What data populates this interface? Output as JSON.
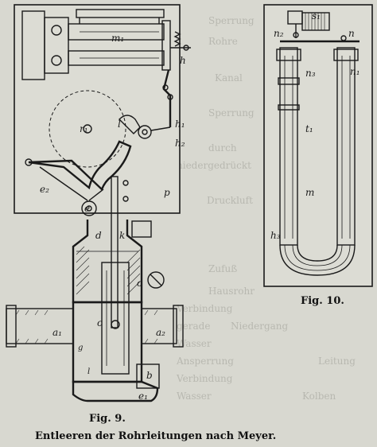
{
  "figures": {
    "fig9": {
      "caption": "Fig. 9.",
      "labels": {
        "m1": "m₁",
        "h": "h",
        "r1": "r₁",
        "l": "l",
        "h1": "h₁",
        "h2": "h₂",
        "e2": "e₂",
        "e": "e",
        "p": "p",
        "d": "d",
        "k": "k",
        "c": "c",
        "o": "o",
        "a1": "a₁",
        "a2": "a₂",
        "b": "b",
        "g1": "g",
        "l1": "l",
        "e1": "e₁"
      }
    },
    "fig10": {
      "caption": "Fig. 10.",
      "labels": {
        "s1": "s₁",
        "n2": "n₂",
        "n": "n",
        "n1": "n₁",
        "n3": "n₃",
        "t1": "t₁",
        "m": "m",
        "h3": "h₃"
      }
    }
  },
  "main_caption": "Entleeren der Rohrleitungen nach Meyer.",
  "background_text": [
    "Sperrung",
    "Rohre",
    "Kanal",
    "Sperrung",
    "durch",
    "niedergedrückt",
    "Druckluft",
    "Zufuß",
    "Hausrohr",
    "Verbindung",
    "gerade",
    "Niedergang",
    "Wasser",
    "Ansperrung",
    "Leitung",
    "Verbindung",
    "Wasser",
    "Kolben"
  ]
}
